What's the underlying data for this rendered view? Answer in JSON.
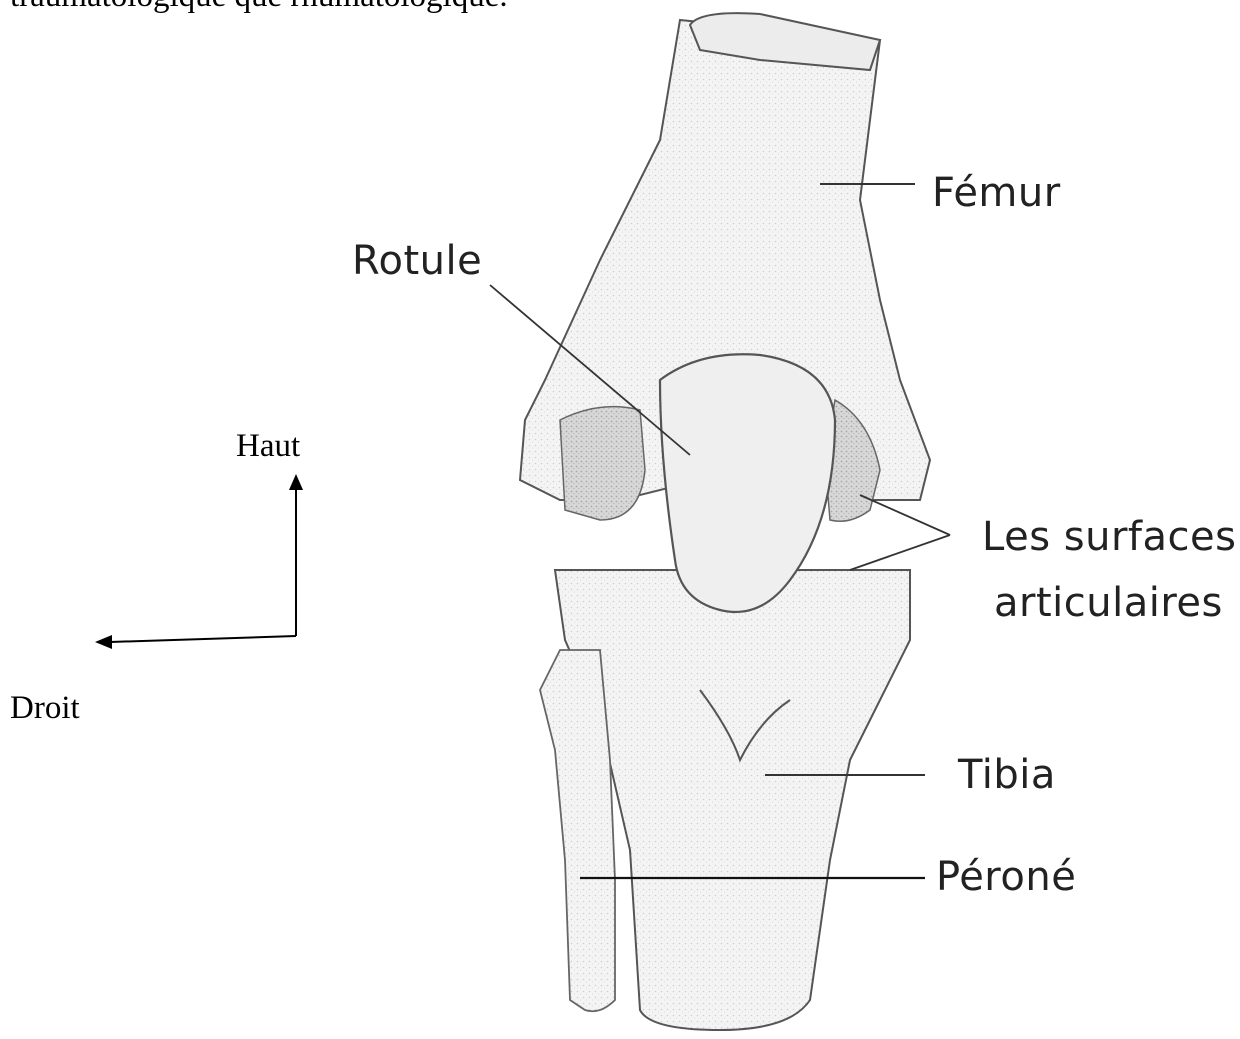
{
  "header_text": "traumatologique que rhumatologique.",
  "labels": {
    "femur": "Fémur",
    "rotule": "Rotule",
    "surfaces_line1": "Les surfaces",
    "surfaces_line2": "articulaires",
    "tibia": "Tibia",
    "perone": "Péroné"
  },
  "orientation": {
    "up": "Haut",
    "right": "Droit"
  }
}
